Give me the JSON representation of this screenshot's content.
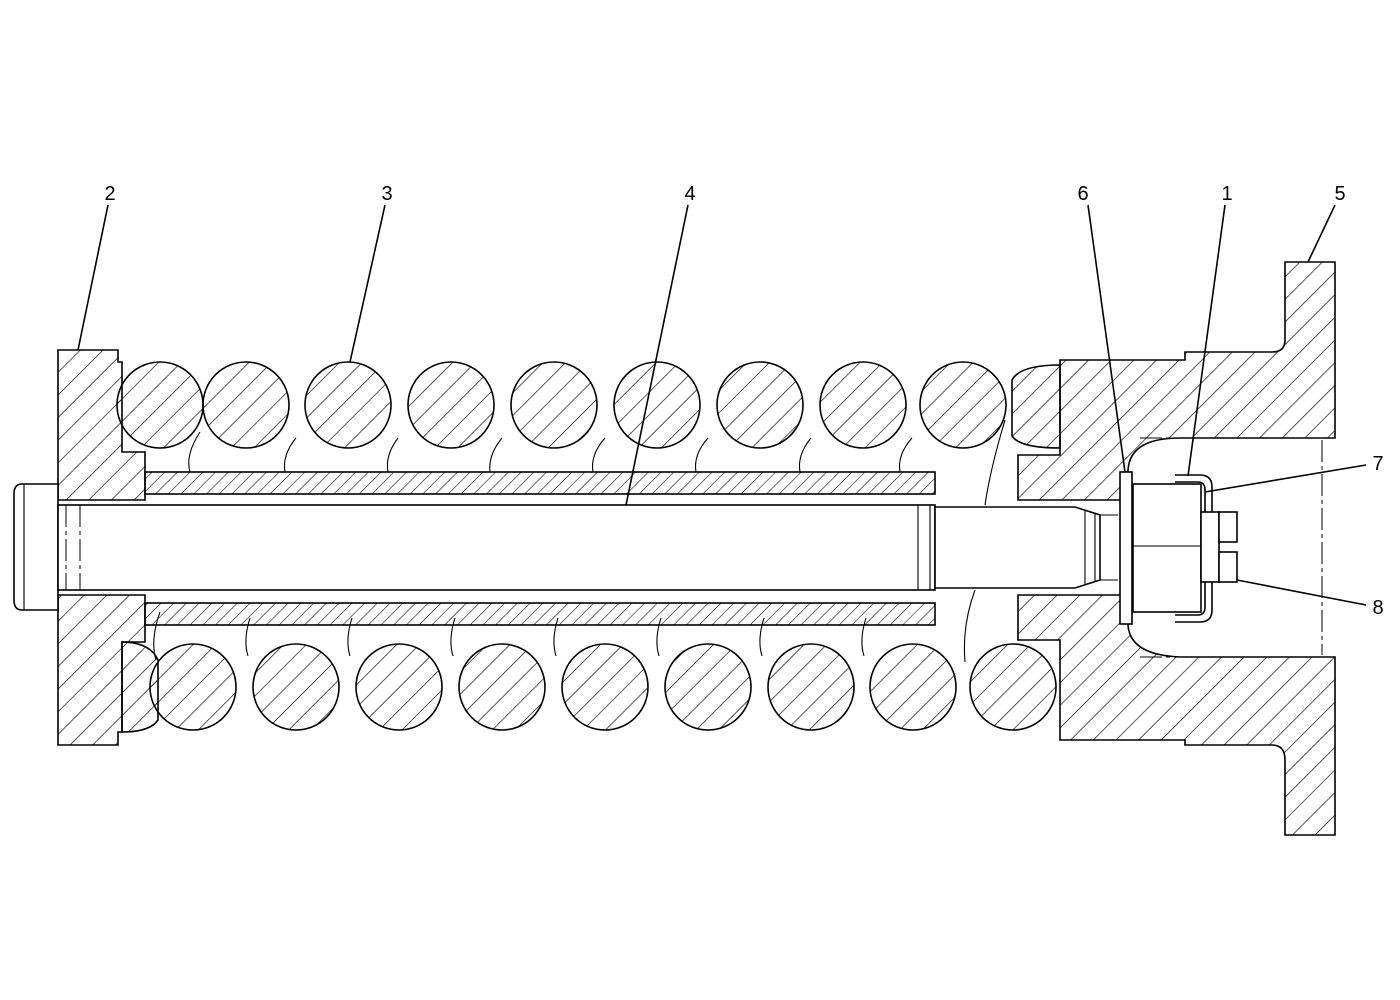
{
  "callouts": [
    {
      "id": "2",
      "text": "2"
    },
    {
      "id": "3",
      "text": "3"
    },
    {
      "id": "4",
      "text": "4"
    },
    {
      "id": "6",
      "text": "6"
    },
    {
      "id": "1",
      "text": "1"
    },
    {
      "id": "5",
      "text": "5"
    },
    {
      "id": "7",
      "text": "7"
    },
    {
      "id": "8",
      "text": "8"
    }
  ]
}
